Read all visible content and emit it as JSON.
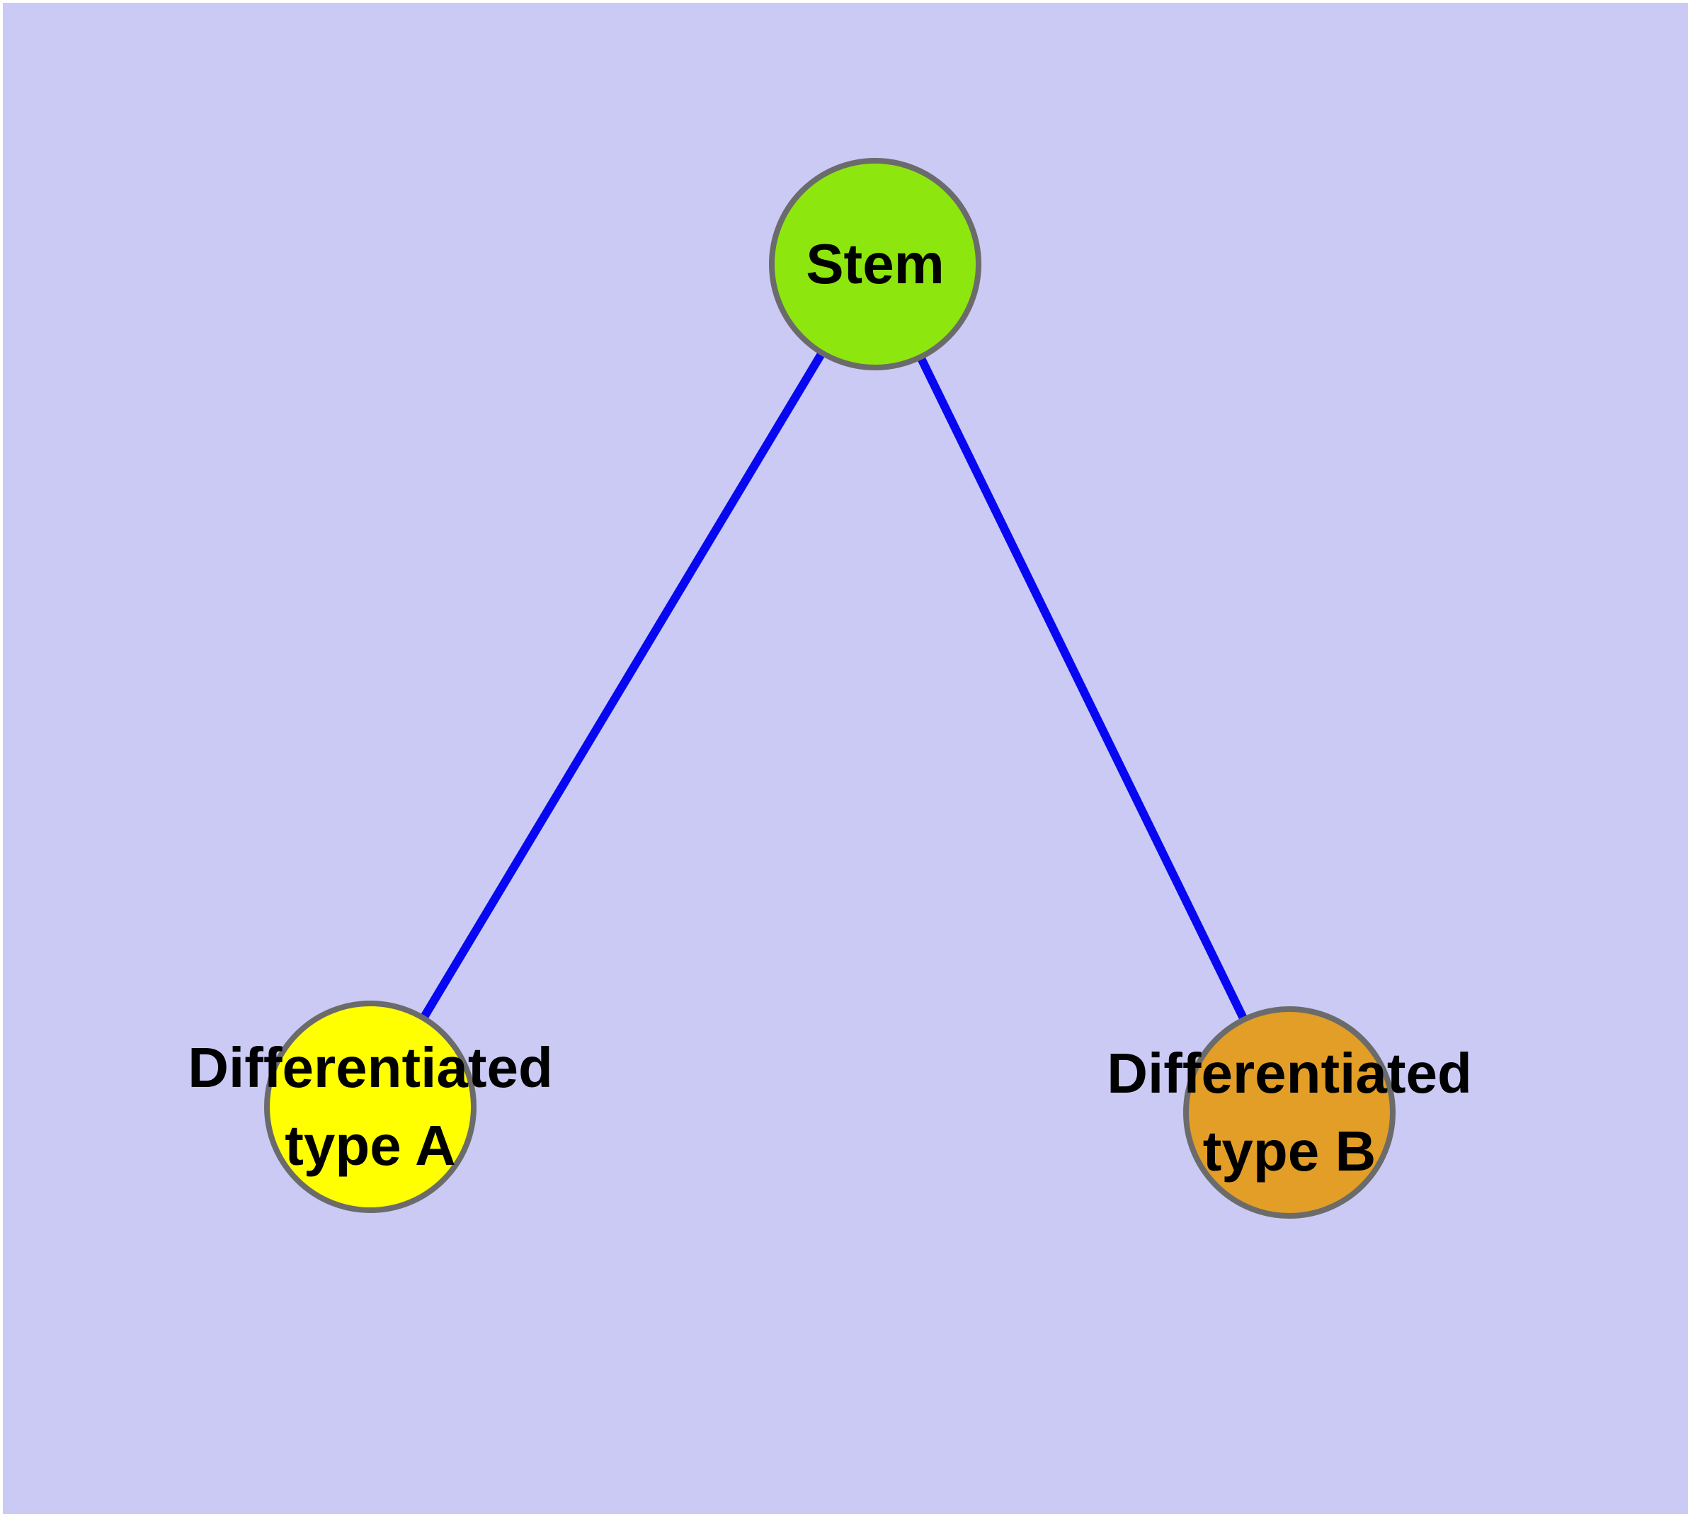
{
  "diagram": {
    "background_color": "#cacaf5",
    "margin_color": "#ffffff",
    "edge_color": "#0707f2",
    "node_border_color": "#6b6b6b",
    "label_color": "#000000",
    "nodes": [
      {
        "id": "stem",
        "label": "Stem",
        "fill": "#8de70e"
      },
      {
        "id": "type-a",
        "label": "Differentiated\ntype A",
        "fill": "#ffff00"
      },
      {
        "id": "type-b",
        "label": "Differentiated\ntype B",
        "fill": "#e29e27"
      }
    ],
    "edges": [
      {
        "from": "stem",
        "to": "type-a"
      },
      {
        "from": "stem",
        "to": "type-b"
      }
    ]
  }
}
